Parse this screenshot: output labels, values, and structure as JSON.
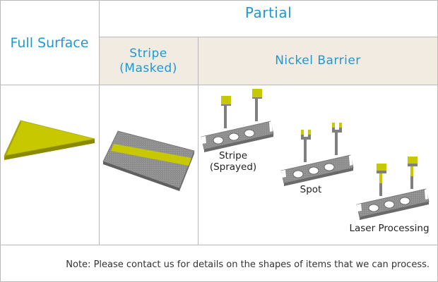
{
  "headers": {
    "partial": "Partial",
    "full_surface": "Full Surface",
    "stripe_masked_line1": "Stripe",
    "stripe_masked_line2": "(Masked)",
    "nickel_barrier": "Nickel Barrier"
  },
  "labels": {
    "stripe_sprayed_line1": "Stripe",
    "stripe_sprayed_line2": "(Sprayed)",
    "spot": "Spot",
    "laser_processing": "Laser Processing"
  },
  "note": "Note: Please contact us for details on the shapes of items that we can process.",
  "colors": {
    "header_text": "#1a9ad6",
    "header_bg": "#f2ebe2",
    "plating_yellow": "#c8c800",
    "metal_gray": "#8e8e8e",
    "border": "#b9b9b9"
  }
}
